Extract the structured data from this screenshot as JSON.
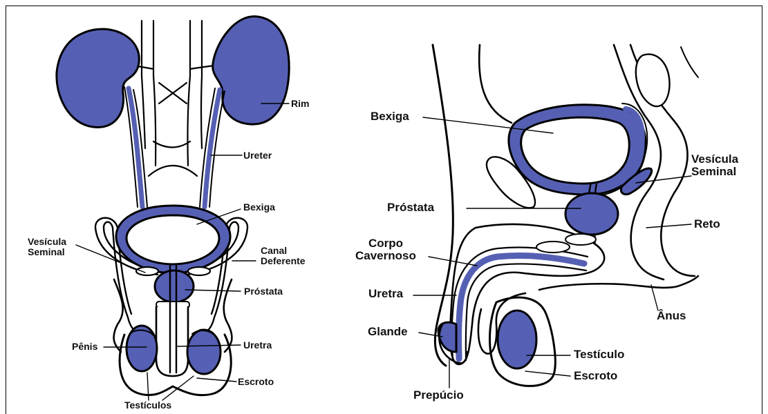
{
  "colors": {
    "organ": "#5560b4",
    "outline": "#000000",
    "background": "#ffffff"
  },
  "front_view": {
    "labels": {
      "rim": "Rim",
      "ureter": "Ureter",
      "bexiga": "Bexiga",
      "vesicula_seminal_1": "Vesícula",
      "vesicula_seminal_2": "Seminal",
      "canal_deferente_1": "Canal",
      "canal_deferente_2": "Deferente",
      "prostata": "Próstata",
      "penis": "Pênis",
      "uretra": "Uretra",
      "escroto": "Escroto",
      "testiculos": "Testículos"
    }
  },
  "side_view": {
    "labels": {
      "bexiga": "Bexiga",
      "vesicula_seminal_1": "Vesícula",
      "vesicula_seminal_2": "Seminal",
      "prostata": "Próstata",
      "reto": "Reto",
      "corpo_cavernoso_1": "Corpo",
      "corpo_cavernoso_2": "Cavernoso",
      "uretra": "Uretra",
      "glande": "Glande",
      "anus": "Ânus",
      "testiculo": "Testículo",
      "escroto": "Escroto",
      "prepucio": "Prepúcio"
    }
  }
}
